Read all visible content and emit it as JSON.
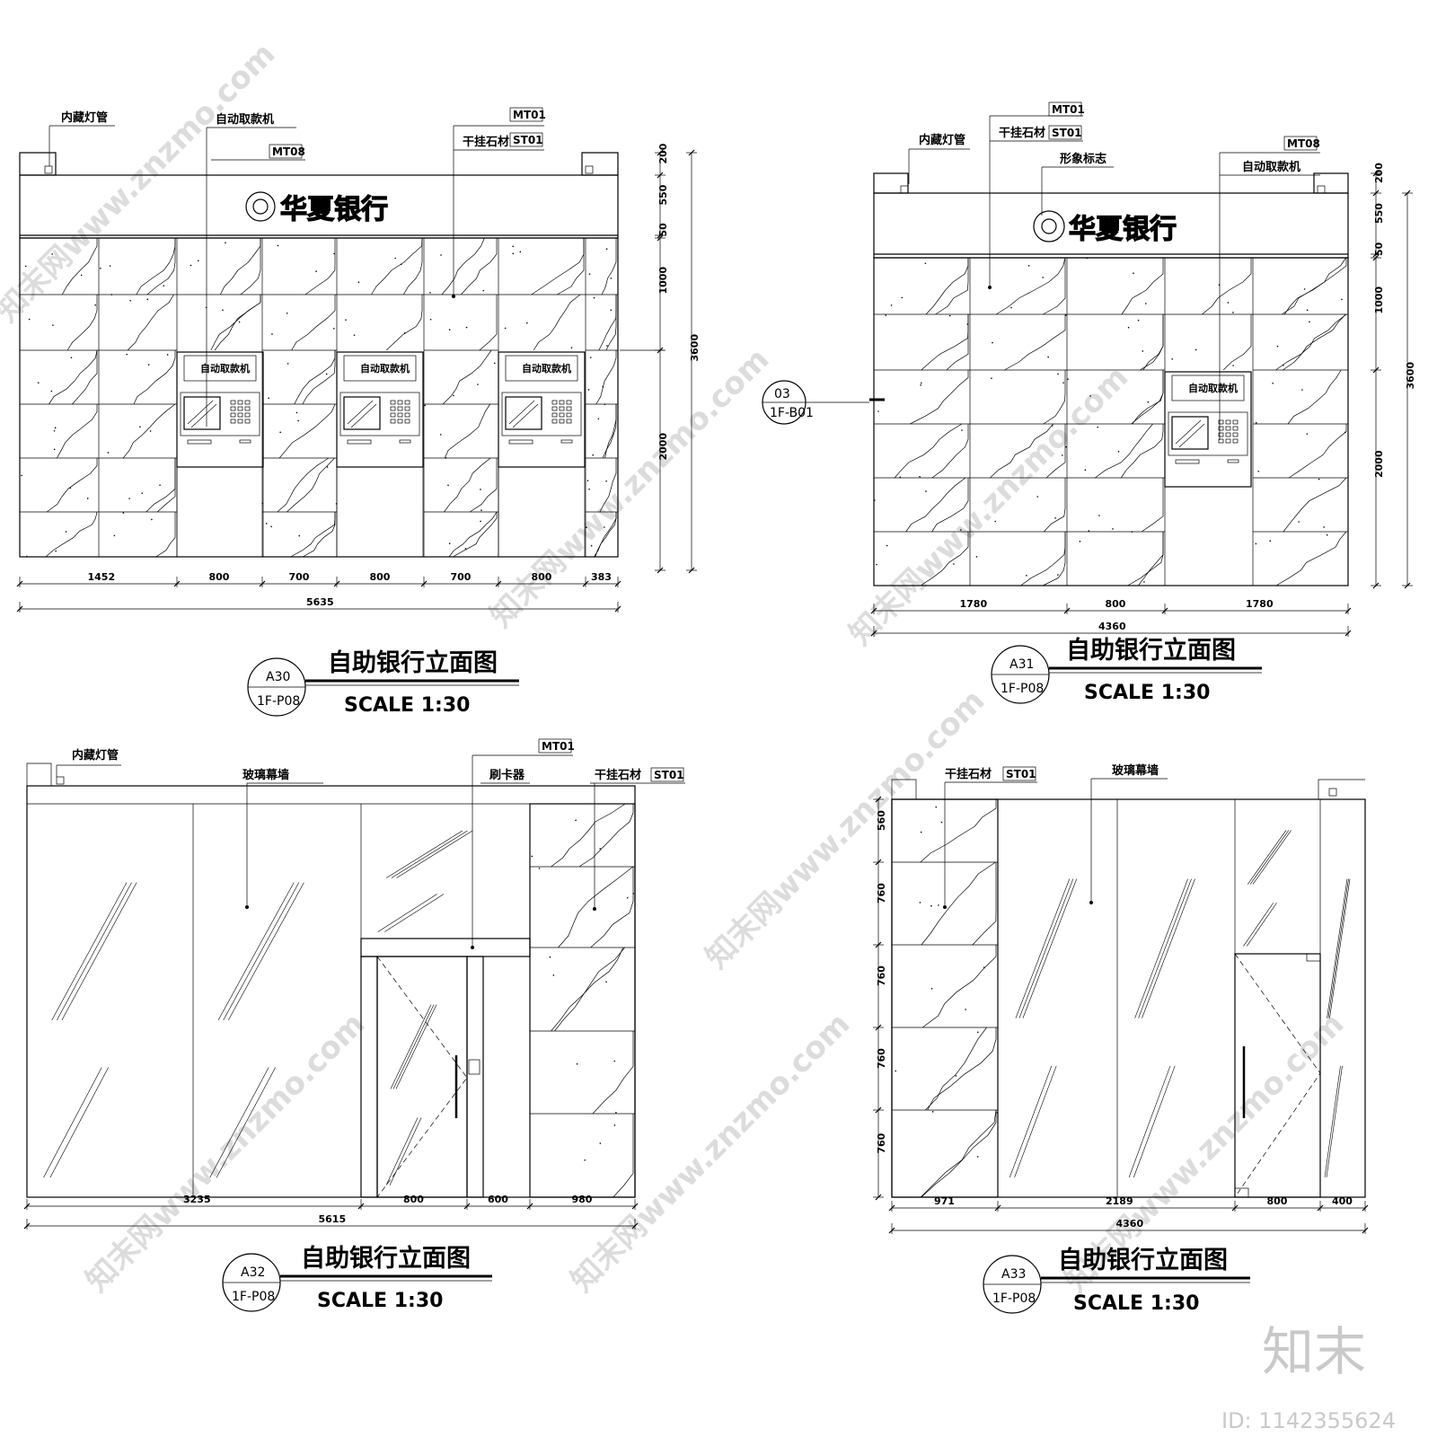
{
  "watermark": {
    "text": "知末网www.znzmo.com",
    "stamp": "知末",
    "id_label": "ID: 1142355624"
  },
  "drawings": [
    {
      "ref": "A30",
      "sheet": "1F-P08",
      "title": "自助银行立面图",
      "scale": "SCALE   1:30",
      "brand": "华夏银行",
      "callouts": {
        "light": "内藏灯管",
        "atm": "自动取款机",
        "mt08": "MT08",
        "mt01": "MT01",
        "stone": "干挂石材",
        "st01": "ST01"
      },
      "atm_screen": "自动取款机",
      "bottom_dims": [
        "1452",
        "800",
        "700",
        "800",
        "700",
        "800",
        "383"
      ],
      "total": "5635",
      "right_dims": [
        "200",
        "550",
        "50",
        "1000",
        "2000"
      ],
      "height": "3600"
    },
    {
      "ref": "A31",
      "sheet": "1F-P08",
      "title": "自助银行立面图",
      "scale": "SCALE   1:30",
      "brand": "华夏银行",
      "callouts": {
        "light": "内藏灯管",
        "mt01": "MT01",
        "stone": "干挂石材",
        "st01": "ST01",
        "logo": "形象标志",
        "mt08": "MT08",
        "atm": "自动取款机"
      },
      "atm_screen": "自动取款机",
      "section_ref": "03",
      "section_sheet": "1F-B01",
      "bottom_dims": [
        "1780",
        "800",
        "1780"
      ],
      "total": "4360",
      "right_dims": [
        "200",
        "550",
        "50",
        "1000",
        "2000"
      ],
      "height": "3600"
    },
    {
      "ref": "A32",
      "sheet": "1F-P08",
      "title": "自助银行立面图",
      "scale": "SCALE   1:30",
      "callouts": {
        "light": "内藏灯管",
        "glass": "玻璃幕墙",
        "mt01": "MT01",
        "card": "刷卡器",
        "stone": "干挂石材",
        "st01": "ST01"
      },
      "bottom_dims": [
        "3235",
        "800",
        "600",
        "980"
      ],
      "total": "5615"
    },
    {
      "ref": "A33",
      "sheet": "1F-P08",
      "title": "自助银行立面图",
      "scale": "SCALE   1:30",
      "callouts": {
        "stone": "干挂石材",
        "st01": "ST01",
        "glass": "玻璃幕墙"
      },
      "left_dims": [
        "560",
        "760",
        "760",
        "760",
        "760"
      ],
      "bottom_dims": [
        "971",
        "2189",
        "800",
        "400"
      ],
      "total": "4360"
    }
  ]
}
